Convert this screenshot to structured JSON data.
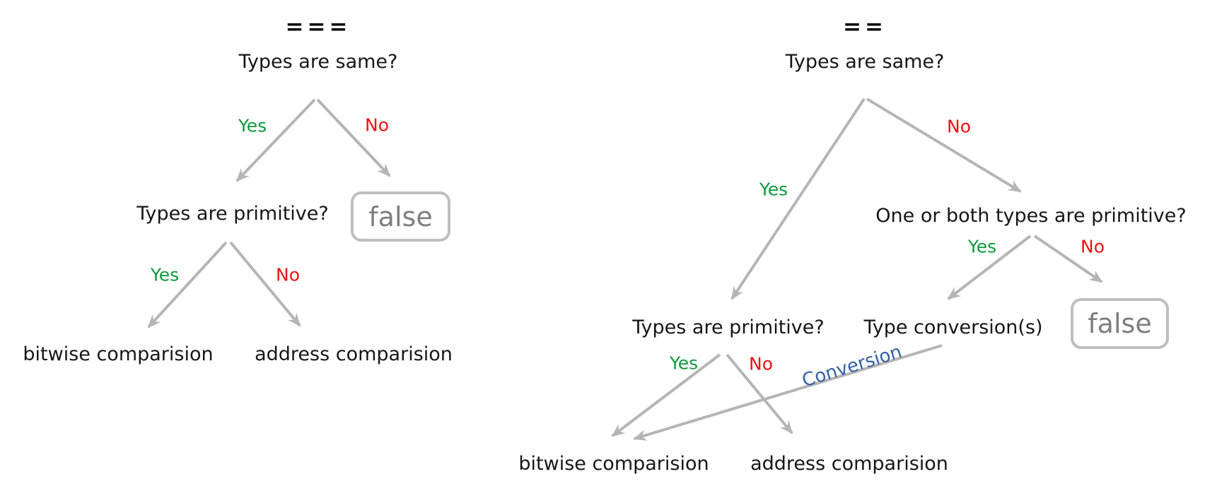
{
  "diagram": {
    "left": {
      "title": "===",
      "root": "Types are same?",
      "root_yes": "Yes",
      "root_no": "No",
      "false_label": "false",
      "primitive": "Types are primitive?",
      "prim_yes": "Yes",
      "prim_no": "No",
      "bitwise": "bitwise comparision",
      "address": "address comparision"
    },
    "right": {
      "title": "==",
      "root": "Types are same?",
      "root_yes": "Yes",
      "root_no": "No",
      "one_or_both": "One or both types are primitive?",
      "oob_yes": "Yes",
      "oob_no": "No",
      "false_label": "false",
      "primitive": "Types are primitive?",
      "prim_yes": "Yes",
      "prim_no": "No",
      "conversion_node": "Type conversion(s)",
      "conversion_edge": "Conversion",
      "bitwise": "bitwise comparision",
      "address": "address comparision"
    },
    "colors": {
      "yes_green": "#0e9a3c",
      "no_red": "#ee1111",
      "conversion_blue": "#3560a6",
      "arrow_gray": "#b5b5b5",
      "false_text": "#7e7e7e",
      "false_border": "#bfbfbf",
      "node_text": "#161616"
    }
  }
}
